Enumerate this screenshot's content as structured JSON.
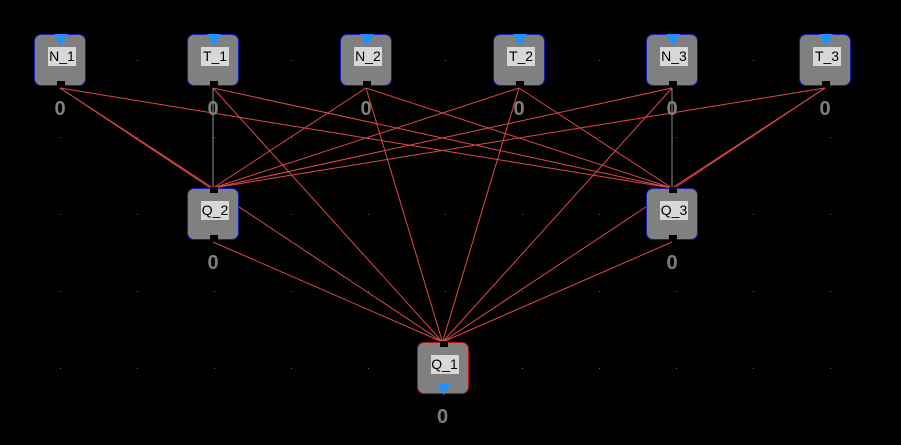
{
  "nodes": [
    {
      "id": "N_1",
      "label": "N_1",
      "value": "0",
      "row": 0,
      "col": 0,
      "marker": "top"
    },
    {
      "id": "T_1",
      "label": "T_1",
      "value": "0",
      "row": 0,
      "col": 1,
      "marker": "top"
    },
    {
      "id": "N_2",
      "label": "N_2",
      "value": "0",
      "row": 0,
      "col": 2,
      "marker": "top"
    },
    {
      "id": "T_2",
      "label": "T_2",
      "value": "0",
      "row": 0,
      "col": 3,
      "marker": "top"
    },
    {
      "id": "N_3",
      "label": "N_3",
      "value": "0",
      "row": 0,
      "col": 4,
      "marker": "top"
    },
    {
      "id": "T_3",
      "label": "T_3",
      "value": "0",
      "row": 0,
      "col": 5,
      "marker": "top"
    },
    {
      "id": "Q_2",
      "label": "Q_2",
      "value": "0",
      "row": 1,
      "col": 1,
      "marker": "none"
    },
    {
      "id": "Q_3",
      "label": "Q_3",
      "value": "0",
      "row": 1,
      "col": 4,
      "marker": "none"
    },
    {
      "id": "Q_1",
      "label": "Q_1",
      "value": "0",
      "row": 2,
      "col": 2.5,
      "marker": "bottom",
      "selected": true
    }
  ],
  "edges": [
    [
      "N_1",
      "Q_2"
    ],
    [
      "N_1",
      "Q_3"
    ],
    [
      "N_1",
      "Q_1"
    ],
    [
      "T_1",
      "Q_2"
    ],
    [
      "T_1",
      "Q_3"
    ],
    [
      "T_1",
      "Q_1"
    ],
    [
      "N_2",
      "Q_2"
    ],
    [
      "N_2",
      "Q_3"
    ],
    [
      "N_2",
      "Q_1"
    ],
    [
      "T_2",
      "Q_2"
    ],
    [
      "T_2",
      "Q_3"
    ],
    [
      "T_2",
      "Q_1"
    ],
    [
      "N_3",
      "Q_2"
    ],
    [
      "N_3",
      "Q_3"
    ],
    [
      "N_3",
      "Q_1"
    ],
    [
      "T_3",
      "Q_2"
    ],
    [
      "T_3",
      "Q_3"
    ],
    [
      "T_3",
      "Q_1"
    ],
    [
      "Q_2",
      "Q_1"
    ],
    [
      "Q_3",
      "Q_1"
    ]
  ],
  "colors": {
    "edge": "#e04848",
    "vertical_edge": "#909090",
    "marker": "#1e90ff"
  }
}
